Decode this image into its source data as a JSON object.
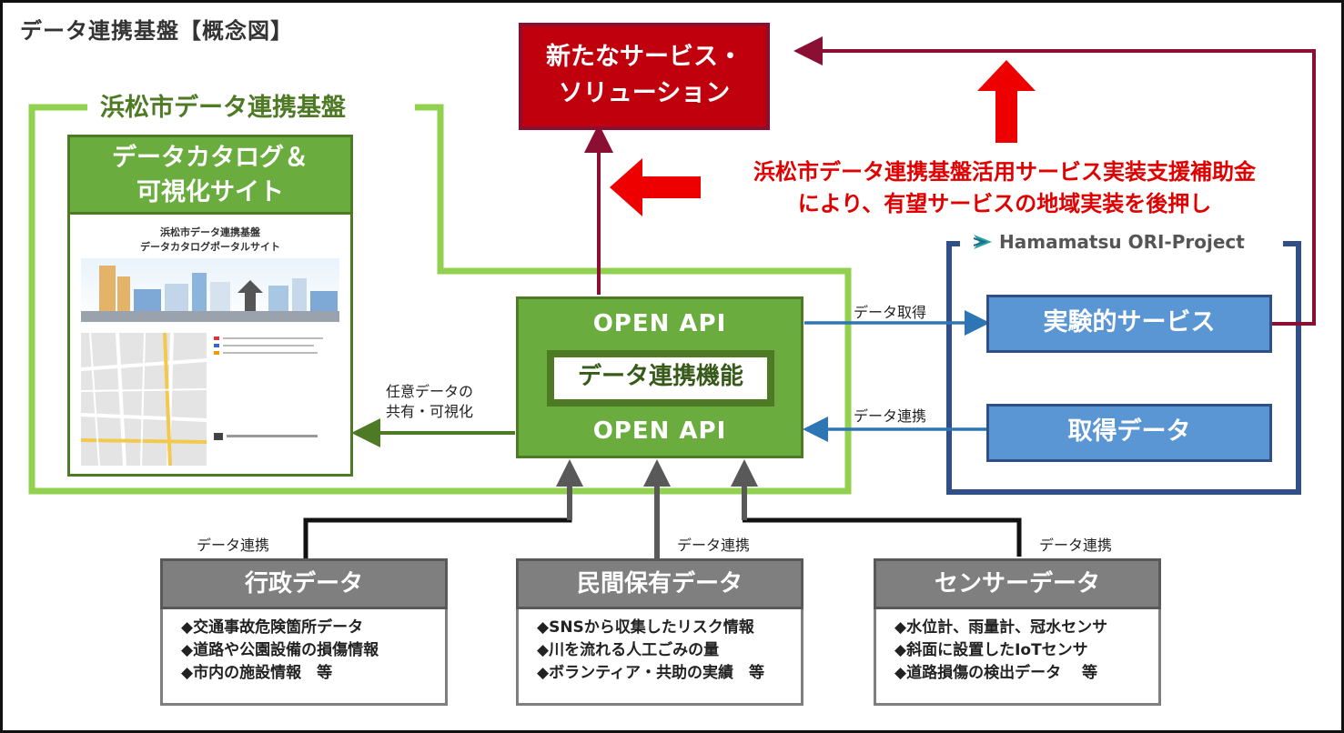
{
  "title": "データ連携基盤【概念図】",
  "platform": {
    "label": "浜松市データ連携基盤"
  },
  "catalog": {
    "heading_line1": "データカタログ＆",
    "heading_line2": "可視化サイト",
    "portal_title_line1": "浜松市データ連携基盤",
    "portal_title_line2": "データカタログポータルサイト"
  },
  "new_services": {
    "line1": "新たなサービス・",
    "line2": "ソリューション"
  },
  "subsidy_note": {
    "line1": "浜松市データ連携基盤活用サービス実装支援補助金",
    "line2": "により、有望サービスの地域実装を後押し"
  },
  "ori_project": {
    "label": "Hamamatsu ORI-Project"
  },
  "open_api": {
    "top": "OPEN API",
    "function": "データ連携機能",
    "bottom": "OPEN API"
  },
  "experimental_service": "実験的サービス",
  "acquired_data": "取得データ",
  "edge_labels": {
    "data_acquisition": "データ取得",
    "data_linkage": "データ連携",
    "share_line1": "任意データの",
    "share_line2": "共有・可視化",
    "gov_linkage": "データ連携",
    "private_linkage": "データ連携",
    "sensor_linkage": "データ連携"
  },
  "sources": [
    {
      "title": "行政データ",
      "items": [
        "◆交通事故危険箇所データ",
        "◆道路や公園設備の損傷情報",
        "◆市内の施設情報　等"
      ]
    },
    {
      "title": "民間保有データ",
      "items": [
        "◆SNSから収集したリスク情報",
        "◆川を流れる人工ごみの量",
        "◆ボランティア・共助の実績　等"
      ]
    },
    {
      "title": "センサーデータ",
      "items": [
        "◆水位計、雨量計、冠水センサ",
        "◆斜面に設置したIoTセンサ",
        "◆道路損傷の検出データ　 等"
      ]
    }
  ],
  "colors": {
    "green_dark": "#4e7a25",
    "green": "#6aad3e",
    "green_light": "#92d050",
    "maroon": "#8b0f33",
    "red": "#e00000",
    "blue_dark": "#2f4f86",
    "blue": "#5a95d4",
    "grey": "#7f7f7f"
  }
}
